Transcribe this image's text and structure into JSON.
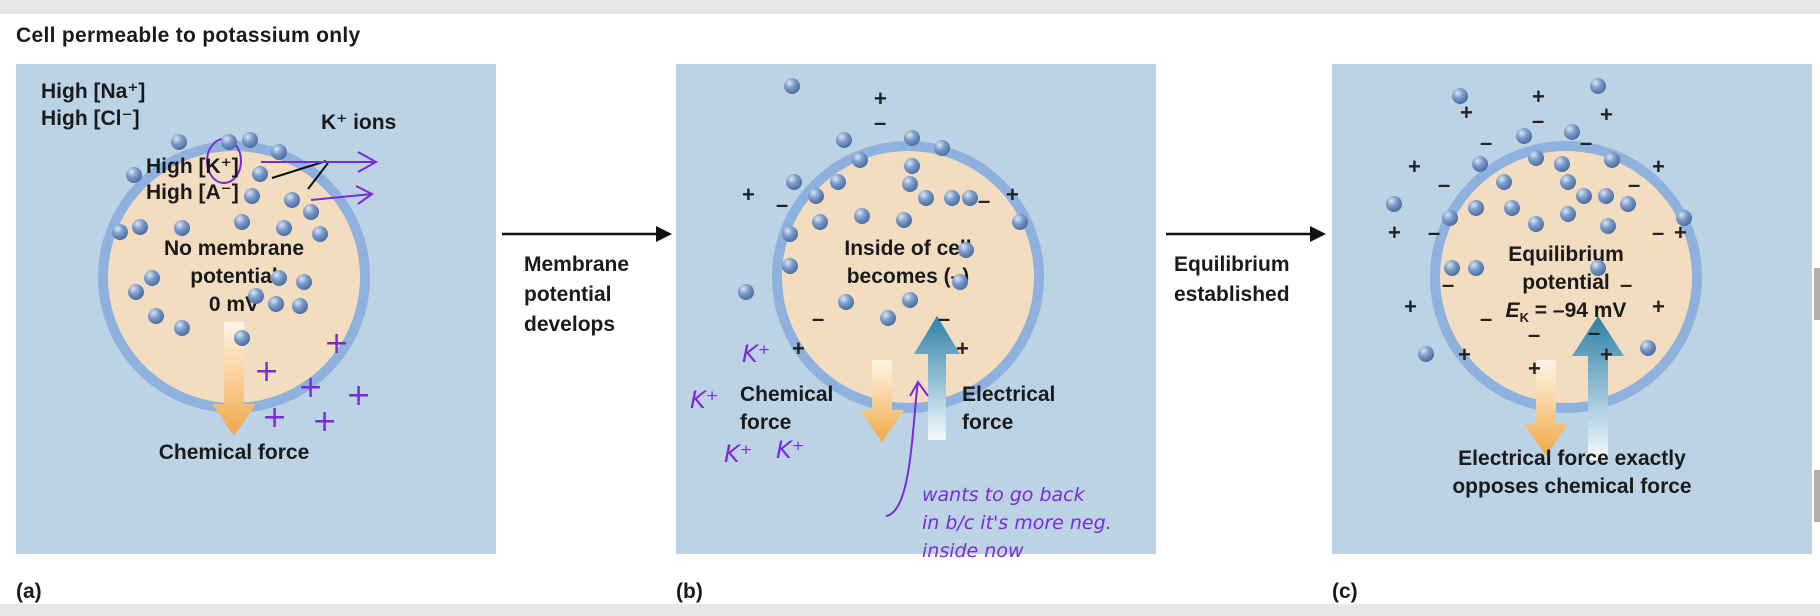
{
  "figure": {
    "title": "Cell permeable to potassium only"
  },
  "panel_a": {
    "letter": "(a)",
    "outside_na": "High [Na⁺]",
    "outside_cl": "High [Cl⁻]",
    "k_ions_label": "K⁺ ions",
    "inside_k": "High [K⁺]",
    "inside_a": "High [A⁻]",
    "potential_line1": "No membrane",
    "potential_line2": "potential",
    "potential_value": "0 mV",
    "force_label": "Chemical force"
  },
  "transition_1": {
    "line1": "Membrane",
    "line2": "potential",
    "line3": "develops"
  },
  "panel_b": {
    "letter": "(b)",
    "inside_line1": "Inside of cell",
    "inside_line2": "becomes (–)",
    "chemical_line1": "Chemical",
    "chemical_line2": "force",
    "electrical_line1": "Electrical",
    "electrical_line2": "force"
  },
  "transition_2": {
    "line1": "Equilibrium",
    "line2": "established"
  },
  "panel_c": {
    "letter": "(c)",
    "eq_line1": "Equilibrium",
    "eq_line2": "potential",
    "ek_symbol": "E",
    "ek_subscript": "K",
    "ek_value": " = –94 mV",
    "caption_line1": "Electrical force exactly",
    "caption_line2": "opposes chemical force"
  },
  "annotations": {
    "plus_sign": "+",
    "k_ion": "K⁺",
    "note_line1": "wants to go back",
    "note_line2": "in b/c it's more neg.",
    "note_line3": "inside now"
  },
  "colors": {
    "panel_bg": "#bcd3e6",
    "cell_fill": "#f3ddc0",
    "membrane": "#8fb1dd",
    "chemical_arrow": "#f0a848",
    "electrical_arrow": "#2e7fa6",
    "ink": "#7a2bd6"
  }
}
